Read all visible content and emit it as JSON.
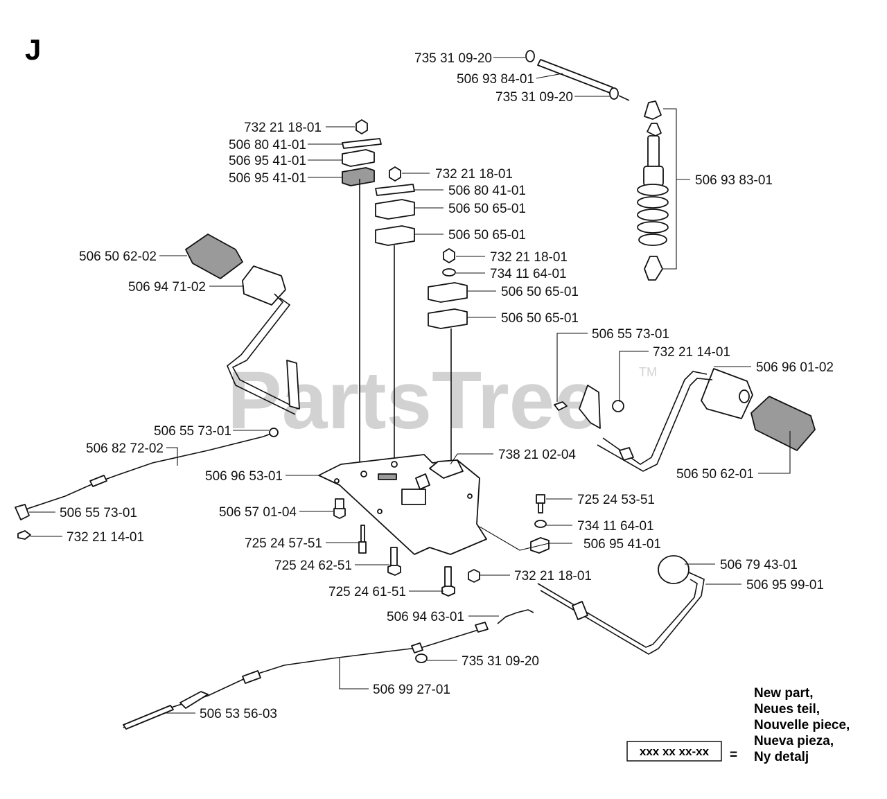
{
  "section_letter": "J",
  "watermark": {
    "brand": "PartsTree",
    "tm": "TM"
  },
  "parts": [
    {
      "id": "p01",
      "number": "735 31 09-20"
    },
    {
      "id": "p02",
      "number": "506 93 84-01"
    },
    {
      "id": "p03",
      "number": "735 31 09-20"
    },
    {
      "id": "p04",
      "number": "506 93 83-01"
    },
    {
      "id": "p05",
      "number": "732 21 18-01"
    },
    {
      "id": "p06",
      "number": "506 80 41-01"
    },
    {
      "id": "p07",
      "number": "506 95 41-01"
    },
    {
      "id": "p08",
      "number": "506 95 41-01"
    },
    {
      "id": "p09",
      "number": "732 21 18-01"
    },
    {
      "id": "p10",
      "number": "506 80 41-01"
    },
    {
      "id": "p11",
      "number": "506 50 65-01"
    },
    {
      "id": "p12",
      "number": "506 50 65-01"
    },
    {
      "id": "p13",
      "number": "732 21 18-01"
    },
    {
      "id": "p14",
      "number": "734 11 64-01"
    },
    {
      "id": "p15",
      "number": "506 50 65-01"
    },
    {
      "id": "p16",
      "number": "506 50 65-01"
    },
    {
      "id": "p17",
      "number": "506 50 62-02"
    },
    {
      "id": "p18",
      "number": "506 94 71-02"
    },
    {
      "id": "p19",
      "number": "506 55 73-01"
    },
    {
      "id": "p20",
      "number": "732 21 14-01"
    },
    {
      "id": "p21",
      "number": "506 96 01-02"
    },
    {
      "id": "p22",
      "number": "506 50 62-01"
    },
    {
      "id": "p23",
      "number": "506 55 73-01"
    },
    {
      "id": "p24",
      "number": "506 82 72-02"
    },
    {
      "id": "p25",
      "number": "738 21 02-04"
    },
    {
      "id": "p26",
      "number": "506 96 53-01"
    },
    {
      "id": "p27",
      "number": "506 55 73-01"
    },
    {
      "id": "p28",
      "number": "506 57 01-04"
    },
    {
      "id": "p29",
      "number": "725 24 53-51"
    },
    {
      "id": "p30",
      "number": "732 21 14-01"
    },
    {
      "id": "p31",
      "number": "734 11 64-01"
    },
    {
      "id": "p32",
      "number": "725 24 57-51"
    },
    {
      "id": "p33",
      "number": "506 95 41-01"
    },
    {
      "id": "p34",
      "number": "725 24 62-51"
    },
    {
      "id": "p35",
      "number": "506 79 43-01"
    },
    {
      "id": "p36",
      "number": "732 21 18-01"
    },
    {
      "id": "p37",
      "number": "506 95 99-01"
    },
    {
      "id": "p38",
      "number": "725 24 61-51"
    },
    {
      "id": "p39",
      "number": "506 94 63-01"
    },
    {
      "id": "p40",
      "number": "735 31 09-20"
    },
    {
      "id": "p41",
      "number": "506 99 27-01"
    },
    {
      "id": "p42",
      "number": "506 53 56-03"
    }
  ],
  "legend": {
    "box_text": "xxx xx xx-xx",
    "equals": "=",
    "lines": [
      "New part,",
      "Neues teil,",
      "Nouvelle piece,",
      "Nueva pieza,",
      "Ny detalj"
    ]
  }
}
